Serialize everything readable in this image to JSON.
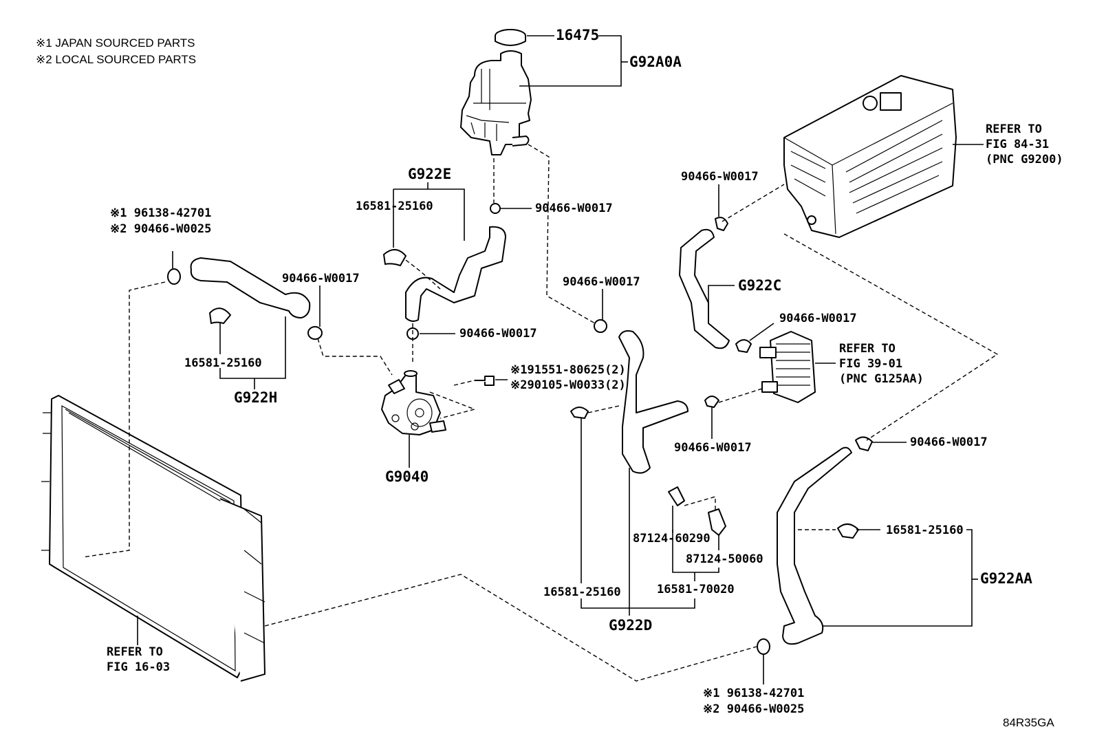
{
  "notes": {
    "line1": "※1 JAPAN SOURCED PARTS",
    "line2": "※2 LOCAL SOURCED PARTS"
  },
  "labels": {
    "cap_part": "16475",
    "reservoir_group": "G92A0A",
    "hose_e_group": "G922E",
    "hose_e_clamp": "16581-25160",
    "res_clamp": "90466-W0017",
    "hose_e_lower_clamp": "90466-W0017",
    "upper_left_j1": "※1 96138-42701",
    "upper_left_j2": "※2 90466-W0025",
    "hose_h_clamp_a": "90466-W0017",
    "hose_h_clamp_b": "16581-25160",
    "hose_h_group": "G922H",
    "pump_bolt_1": "※191551-80625(2)",
    "pump_bolt_2": "※290105-W0033(2)",
    "pump_group": "G9040",
    "inverter_ref_1": "REFER TO",
    "inverter_ref_2": "FIG 84-31",
    "inverter_ref_3": "(PNC G9200)",
    "inverter_clamp": "90466-W0017",
    "hose_c_group": "G922C",
    "hose_d_clamp_top": "90466-W0017",
    "cooler_clamp_top": "90466-W0017",
    "cooler_ref_1": "REFER TO",
    "cooler_ref_2": "FIG 39-01",
    "cooler_ref_3": "(PNC G125AA)",
    "cooler_clamp_bottom": "90466-W0017",
    "right_clamp": "90466-W0017",
    "bracket_1": "87124-60290",
    "bracket_2": "87124-50060",
    "hose_d_clamp_left": "16581-25160",
    "hose_d_clamp_right": "16581-70020",
    "hose_d_group": "G922D",
    "hose_aa_clamp": "16581-25160",
    "hose_aa_group": "G922AA",
    "radiator_ref_1": "REFER TO",
    "radiator_ref_2": "FIG 16-03",
    "bottom_j1": "※1 96138-42701",
    "bottom_j2": "※2 90466-W0025",
    "figure_code": "84R35GA"
  }
}
